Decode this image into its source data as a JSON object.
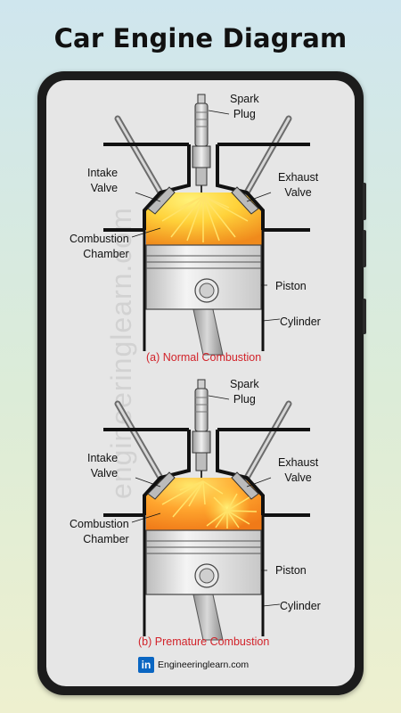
{
  "title": "Car Engine Diagram",
  "watermark": "engineeringlearn.com",
  "diagrams": [
    {
      "caption": "(a) Normal Combustion",
      "labels": {
        "spark_plug": "Spark\nPlug",
        "intake_valve": "Intake\nValve",
        "exhaust_valve": "Exhaust\nValve",
        "combustion_chamber": "Combustion\nChamber",
        "piston": "Piston",
        "cylinder": "Cylinder"
      }
    },
    {
      "caption": "(b) Premature Combustion",
      "labels": {
        "spark_plug": "Spark\nPlug",
        "intake_valve": "Intake\nValve",
        "exhaust_valve": "Exhaust\nValve",
        "combustion_chamber": "Combustion\nChamber",
        "piston": "Piston",
        "cylinder": "Cylinder"
      }
    }
  ],
  "footer": {
    "logo_text": "in",
    "site": "Engineeringlearn.com"
  },
  "colors": {
    "flame_outer": "#f08a1c",
    "flame_inner": "#ffe24a",
    "caption": "#d2232a",
    "linkedin": "#0a66c2"
  }
}
